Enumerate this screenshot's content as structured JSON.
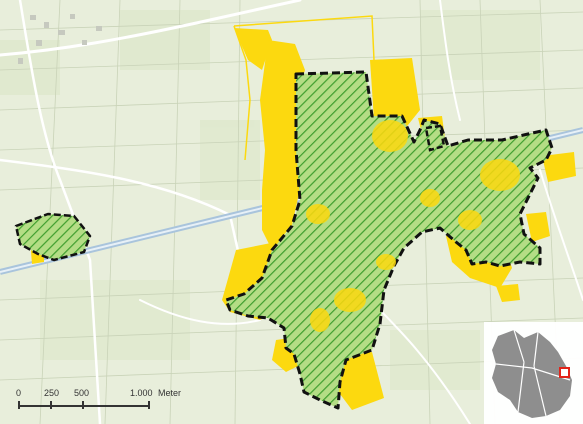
{
  "map": {
    "colors": {
      "background": "#e8eedb",
      "parcels": "#dfe8cd",
      "roads": "#ffffff",
      "waterway": "#a9c4dc",
      "highlight_yellow": "#fcd90f",
      "hatch_fill": "#b4dd85",
      "hatch_lines": "#3f9e2e",
      "boundary": "#111111",
      "inset_region": "#8e8e8e",
      "inset_marker": "#e2241a"
    },
    "scale_bar": {
      "labels": [
        "0",
        "250",
        "500",
        "1.000"
      ],
      "unit": "Meter"
    },
    "inset": {
      "icon": "location-overview-icon"
    }
  }
}
